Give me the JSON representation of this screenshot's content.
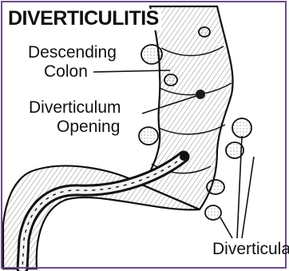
{
  "diagram": {
    "title": "DIVERTICULITIS",
    "labels": {
      "descending_colon_line1": "Descending",
      "descending_colon_line2": "Colon",
      "opening_line1": "Diverticulum",
      "opening_line2": "Opening",
      "diverticula": "Diverticula"
    },
    "colors": {
      "frame": "#6b4a86",
      "ink": "#111111",
      "background": "#ffffff"
    }
  }
}
